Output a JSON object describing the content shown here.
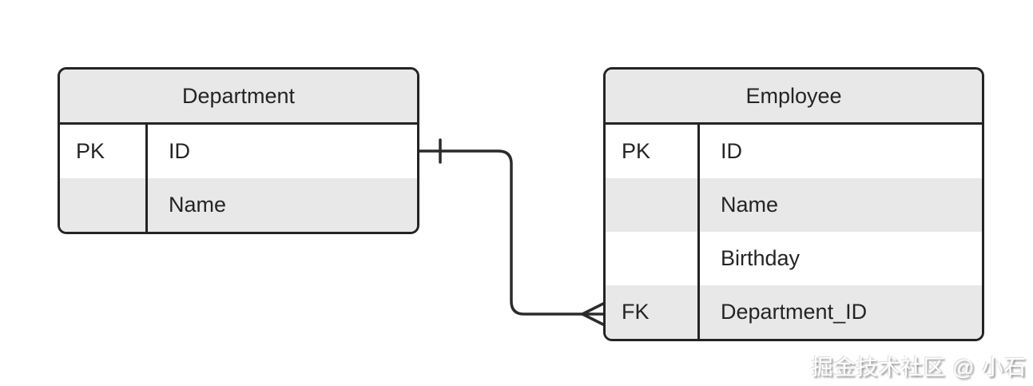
{
  "entities": [
    {
      "name": "Department",
      "rows": [
        {
          "key": "PK",
          "field": "ID"
        },
        {
          "key": "",
          "field": "Name"
        }
      ]
    },
    {
      "name": "Employee",
      "rows": [
        {
          "key": "PK",
          "field": "ID"
        },
        {
          "key": "",
          "field": "Name"
        },
        {
          "key": "",
          "field": "Birthday"
        },
        {
          "key": "FK",
          "field": "Department_ID"
        }
      ]
    }
  ],
  "relationship": {
    "from_entity": "Department",
    "from_field": "ID",
    "to_entity": "Employee",
    "to_field": "Department_ID",
    "from_cardinality": "one",
    "to_cardinality": "many",
    "notation": "crow-foot"
  },
  "watermark": {
    "text": "掘金技术社区 @ 小石"
  },
  "colors": {
    "header_bg": "#e8e8e8",
    "alt_row_bg": "#e8e8e8",
    "row_bg": "#ffffff",
    "border": "#242424",
    "text": "#242424",
    "connector": "#2b2b2b",
    "watermark_text": "#ffffff",
    "watermark_shadow": "#8f8f8f"
  }
}
